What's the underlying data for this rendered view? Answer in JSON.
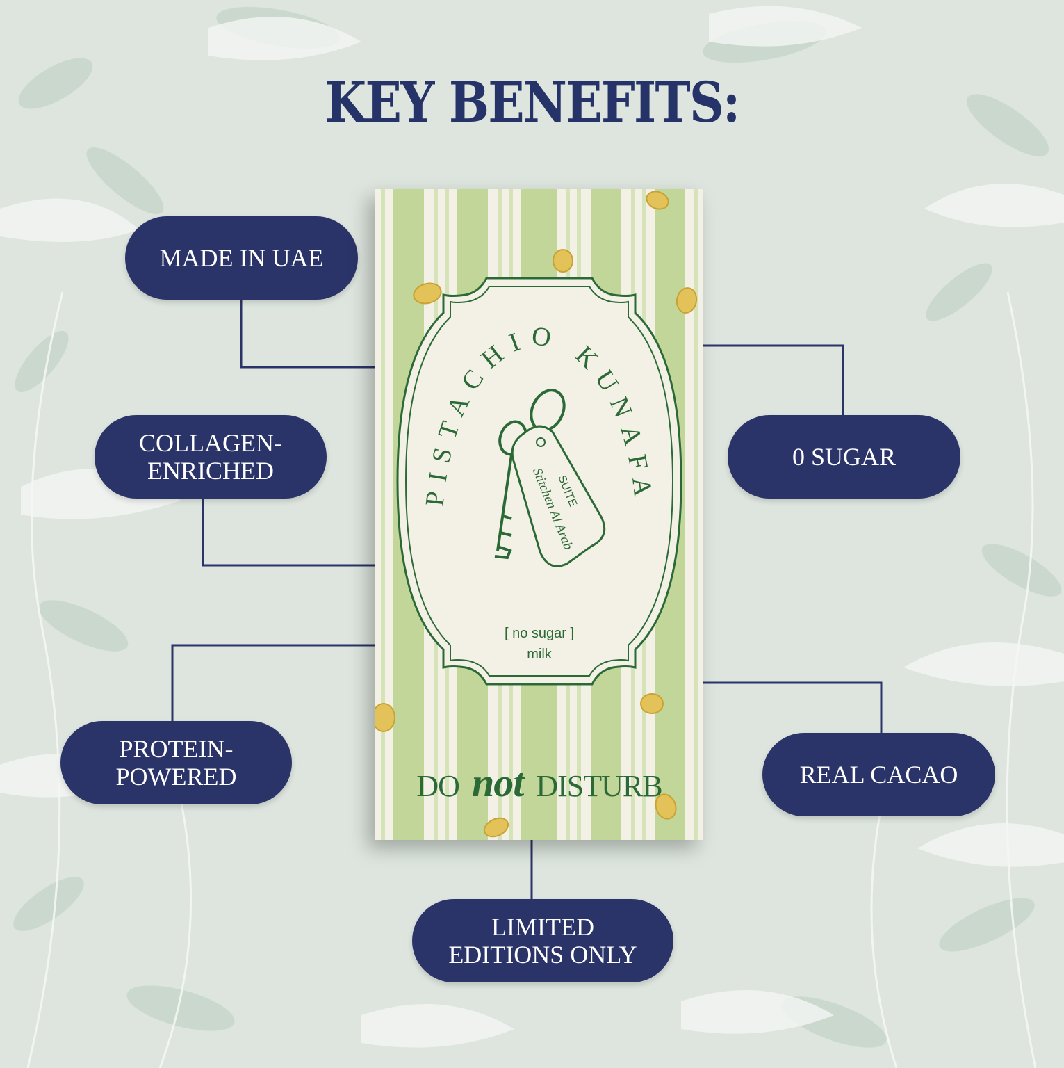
{
  "title": "KEY BENEFITS:",
  "benefits": {
    "made_in_uae": "MADE IN UAE",
    "collagen": "COLLAGEN-\nENRICHED",
    "protein": "PROTEIN-\nPOWERED",
    "sugar": "0 SUGAR",
    "cacao": "REAL CACAO",
    "limited": "LIMITED\nEDITIONS ONLY"
  },
  "package": {
    "product_name": "PISTACHIO KUNAFA",
    "tag_suite": "SUITE",
    "tag_brand": "Stitchen Al Arab",
    "variant": "[ no sugar ]",
    "type": "milk",
    "slogan_do": "DO",
    "slogan_not": "not",
    "slogan_disturb": "DISTURB"
  },
  "colors": {
    "navy": "#2b3468",
    "label_green": "#2b6a36",
    "stripe_green": "#c2d699",
    "cream": "#f3f1e6",
    "background": "#dde5de"
  }
}
